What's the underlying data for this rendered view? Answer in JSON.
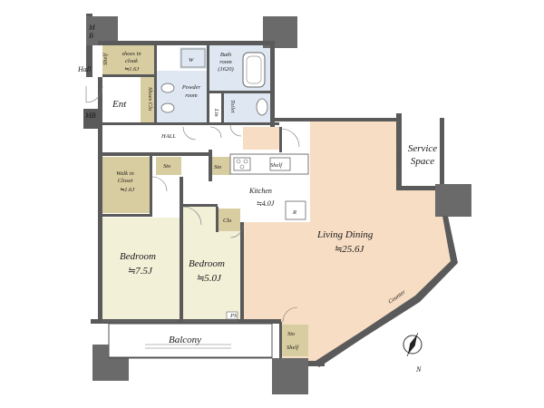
{
  "rooms": {
    "mb_top": "M\nB",
    "mb_bottom": "MB",
    "hall_top": "Hall",
    "hall_mid": "HALL",
    "ent": "Ent",
    "shelf": "Shelf",
    "shoes_cloak": "shoes in\ncloak",
    "shoes_cloak_size": "≒1.6J",
    "shoes_clo": "Shoes Clo",
    "w": "W",
    "powder_room": "Powder\nroom",
    "bath_room": "Bath\nroom\n(1620)",
    "lin": "Lin",
    "toilet": "Toilet",
    "sto_1": "Sto",
    "sto_2": "Sto",
    "sto_3": "Sto",
    "shelf_kitchen": "Shelf",
    "shelf_balcony": "Shelf",
    "walk_in_closet": "Walk in\nCloset",
    "walk_in_closet_size": "≒1.6J",
    "kitchen": "Kitchen",
    "kitchen_size": "≒4.0J",
    "r": "R",
    "clo": "Clo",
    "service_space": "Service\nSpace",
    "living_dining": "Living Dining",
    "living_dining_size": "≒25.6J",
    "bedroom_1": "Bedroom",
    "bedroom_1_size": "≒7.5J",
    "bedroom_2": "Bedroom",
    "bedroom_2_size": "≒5.0J",
    "balcony": "Balcony",
    "counter": "Counter",
    "ps": "PS",
    "compass_n": "N"
  },
  "colors": {
    "wall": "#5a5a5a",
    "living": "#f7ddc4",
    "bedroom": "#f3f0d8",
    "storage": "#d8cda0",
    "wet_area": "#dfe8f2",
    "floor_white": "#ffffff",
    "balcony": "#ffffff"
  }
}
